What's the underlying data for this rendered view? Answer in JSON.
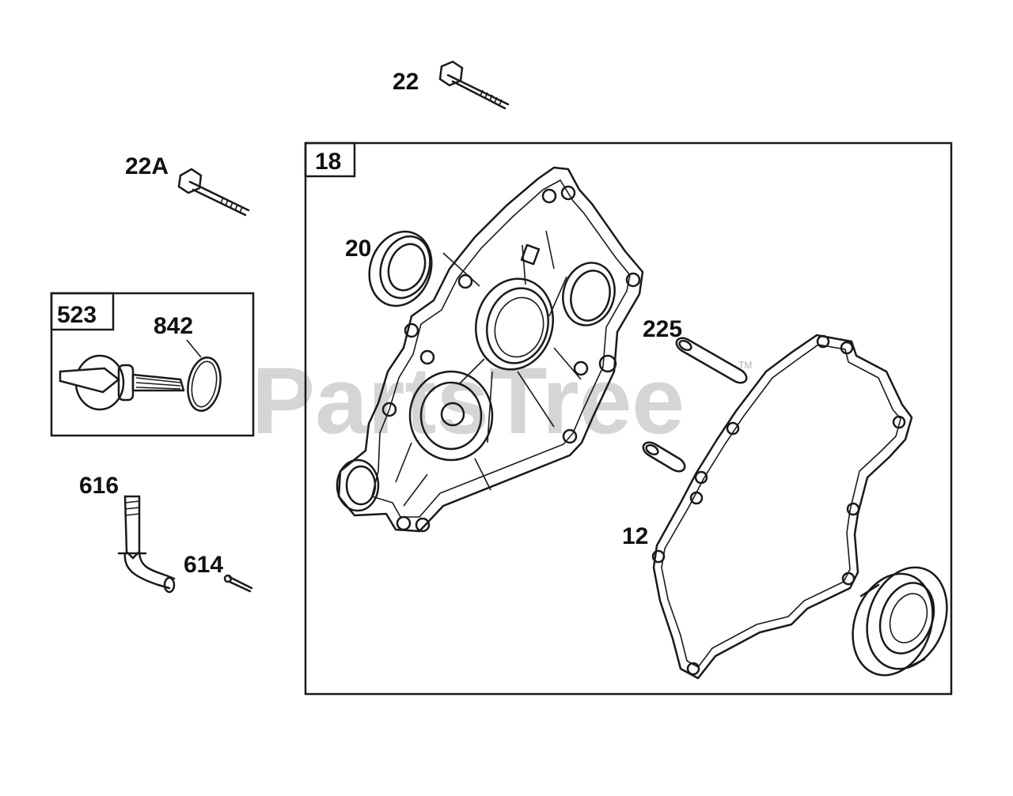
{
  "watermark": {
    "text": "PartsTree",
    "trademark": "TM"
  },
  "callouts": {
    "c22": "22",
    "c22a": "22A",
    "c18": "18",
    "c20": "20",
    "c523": "523",
    "c842": "842",
    "c225": "225",
    "c616": "616",
    "c614": "614",
    "c12": "12"
  },
  "colors": {
    "line": "#1a1a1a",
    "watermark": "#c8c8c8",
    "background": "#ffffff"
  }
}
